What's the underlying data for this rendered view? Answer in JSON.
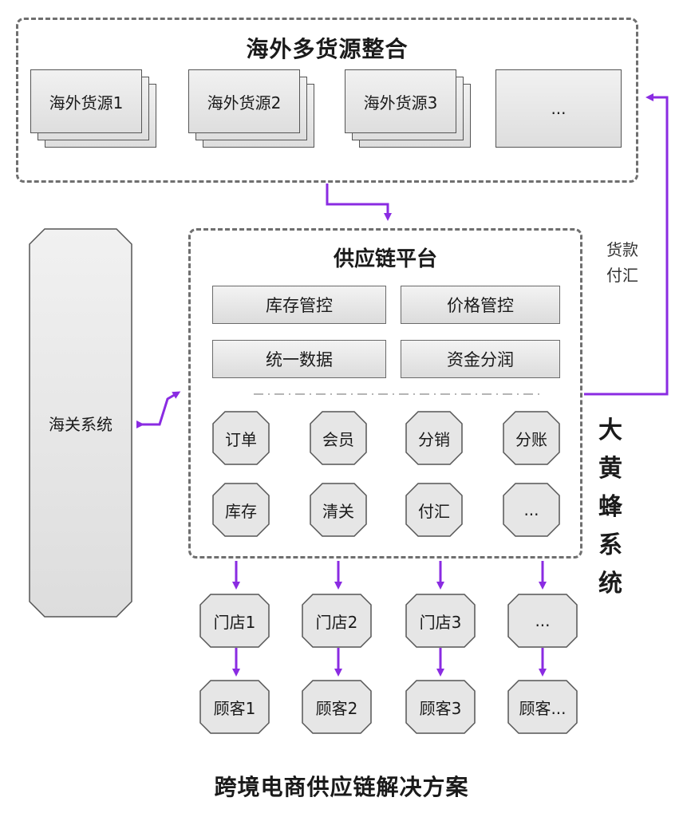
{
  "overseas_group": {
    "title": "海外多货源整合",
    "sources": [
      "海外货源1",
      "海外货源2",
      "海外货源3",
      "..."
    ]
  },
  "supply_platform": {
    "title": "供应链平台",
    "controls": [
      "库存管控",
      "价格管控",
      "统一数据",
      "资金分润"
    ],
    "modules": [
      "订单",
      "会员",
      "分销",
      "分账",
      "库存",
      "清关",
      "付汇",
      "..."
    ]
  },
  "customs": {
    "label": "海关系统"
  },
  "payment": {
    "line1": "货款",
    "line2": "付汇"
  },
  "system_name": [
    "大",
    "黄",
    "蜂",
    "系",
    "统"
  ],
  "stores": [
    "门店1",
    "门店2",
    "门店3",
    "..."
  ],
  "customers": [
    "顾客1",
    "顾客2",
    "顾客3",
    "顾客..."
  ],
  "footer": {
    "title": "跨境电商供应链解决方案"
  },
  "colors": {
    "arrow": "#8a2be2",
    "border": "#6f6f6f",
    "box_fill_top": "#f1f1f1",
    "box_fill_bottom": "#dedede"
  }
}
